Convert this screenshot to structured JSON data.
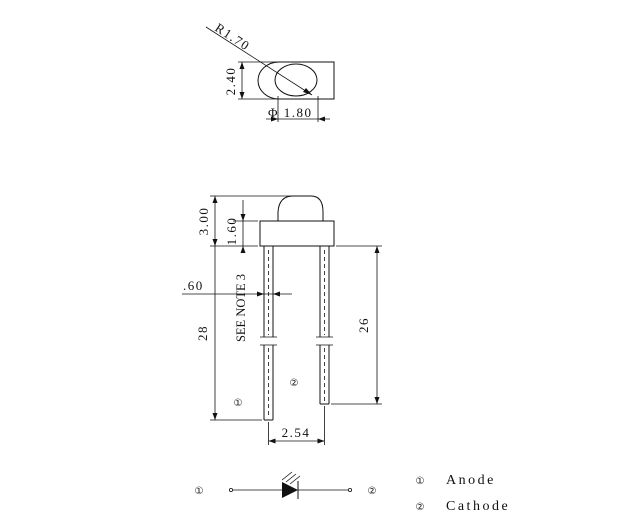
{
  "top_view": {
    "radius_label": "R1.70",
    "height_label": "2.40",
    "diameter_label": "Φ 1.80"
  },
  "side_view": {
    "total_height_label": "3.00",
    "dome_height_label": "1.60",
    "lead_width_label": ".60",
    "note_label": "SEE NOTE 3",
    "lead_length_label": "28",
    "long_lead_label": "26",
    "spacing_label": "2.54",
    "pin1_marker": "①",
    "pin2_marker": "②"
  },
  "schematic": {
    "pin1_marker": "①",
    "pin2_marker": "②"
  },
  "legend": {
    "items": [
      {
        "marker": "①",
        "label": "Anode"
      },
      {
        "marker": "②",
        "label": "Cathode"
      }
    ]
  }
}
